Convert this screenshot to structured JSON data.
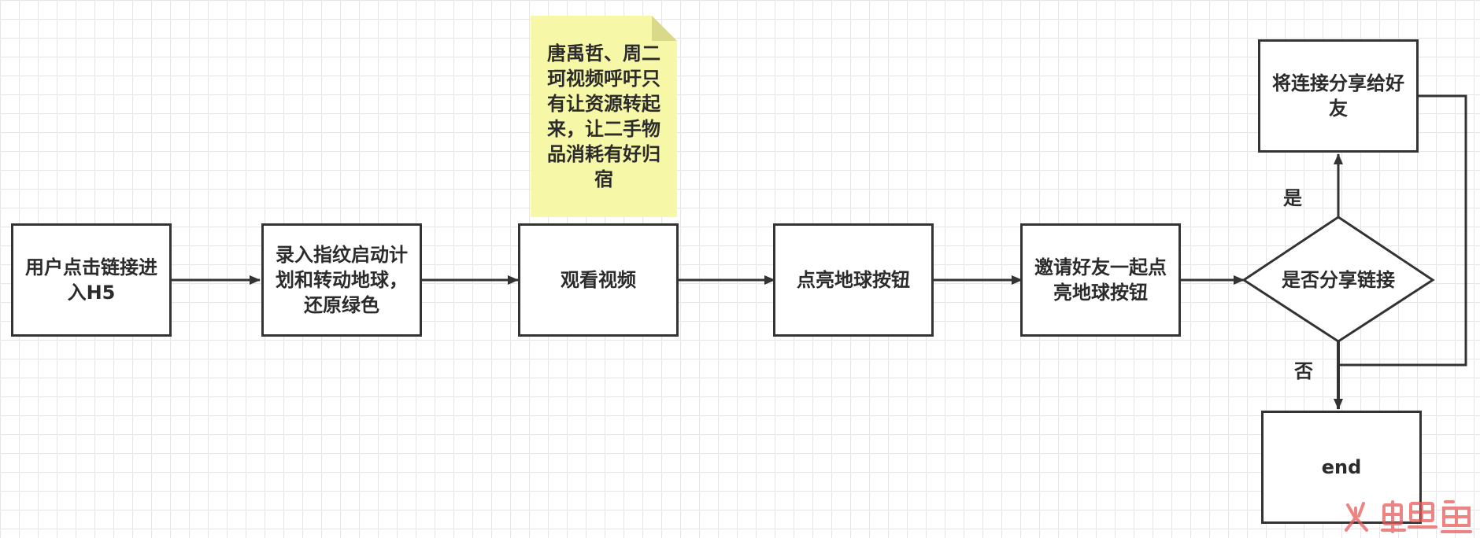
{
  "nodes": {
    "user_click": "用户点击链接进入H5",
    "fingerprint": "录入指纹启动计划和转动地球，还原绿色",
    "watch_video": "观看视频",
    "light_globe": "点亮地球按钮",
    "invite_friends": "邀请好友一起点亮地球按钮",
    "share_decision": "是否分享链接",
    "share_to_friends": "将连接分享给好友",
    "end": "end"
  },
  "note": "唐禹哲、周二珂视频呼吁只有让资源转起来，让二手物品消耗有好归宿",
  "edge_labels": {
    "yes": "是",
    "no": "否"
  },
  "colors": {
    "stroke": "#333333",
    "note_fill": "#f7f7a8",
    "note_fold": "#d9d98a",
    "grid": "#e6e6e6",
    "watermark": "#e85a5a"
  }
}
